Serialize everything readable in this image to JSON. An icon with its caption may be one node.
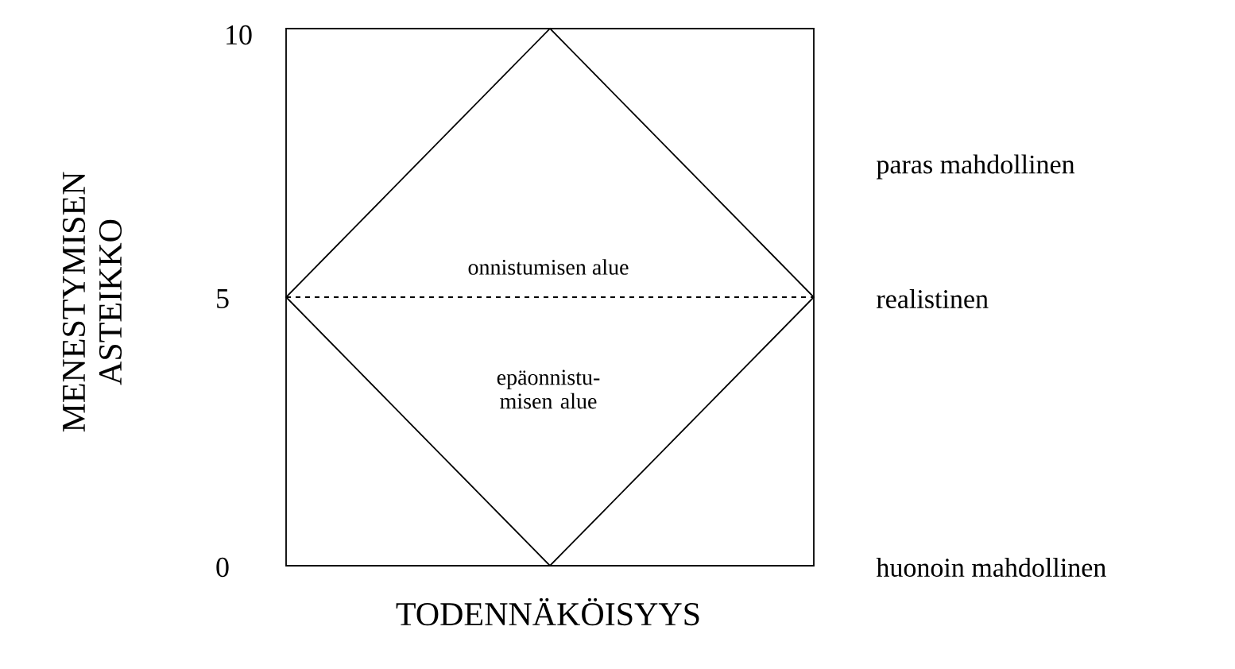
{
  "diagram": {
    "labels": [
      "10",
      "5",
      "0",
      "MENESTYMISEN ASTEIKKO",
      "paras mahdollinen",
      "onnistumisen alue",
      "realistinen",
      "epäonnistu- misen alue",
      "huonoin mahdollinen",
      "TODENNÄKÖISYYS"
    ]
  }
}
